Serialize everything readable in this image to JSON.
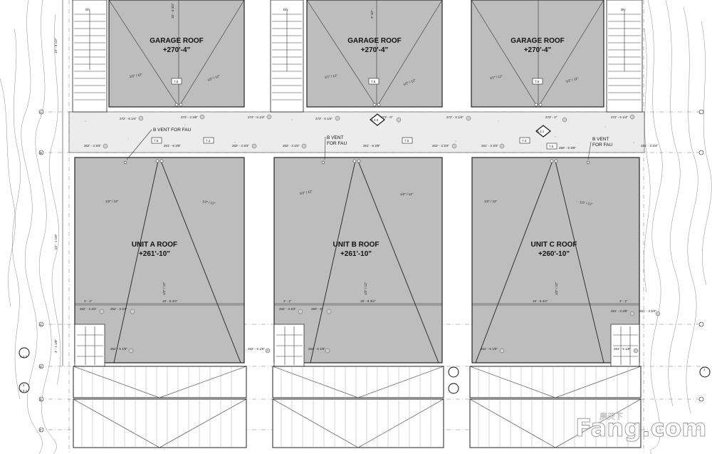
{
  "roofs": {
    "garage_a": {
      "title": "GARAGE ROOF",
      "elev": "+270'-4\""
    },
    "garage_b": {
      "title": "GARAGE ROOF",
      "elev": "+270'-4\""
    },
    "garage_c": {
      "title": "GARAGE ROOF",
      "elev": "+270'-4\""
    },
    "unit_a": {
      "title": "UNIT A ROOF",
      "elev": "+261'-10\""
    },
    "unit_b": {
      "title": "UNIT B ROOF",
      "elev": "+261'-10\""
    },
    "unit_c": {
      "title": "UNIT C ROOF",
      "elev": "+260'-10\""
    }
  },
  "slopes": {
    "half": "1/2\" / 12\"",
    "half_v": "1/2\" / 12\""
  },
  "notes": {
    "vent_a": "B VENT FOR FAU",
    "vent_b_1": "B VENT",
    "vent_b_2": "FOR FAU",
    "vent_c_1": "B VENT",
    "vent_c_2": "FOR FAU",
    "dn": "DN"
  },
  "tags": {
    "t75": "7.5",
    "t72": "7.2",
    "t73": "7.3"
  },
  "elevations": {
    "e1": "272' - 6 1/4\"",
    "e2": "272' - 3 3/8\"",
    "e3": "272' - 6 1/4\"",
    "e4": "272' - 6 1/4\"",
    "e5": "273' - 0\"",
    "e6": "272' - 6 1/4\"",
    "e7": "273' - 0\"",
    "e8": "272' - 6 1/4\"",
    "e9": "262' - 3 3/4\"",
    "e10": "261' - 9 3/8\"",
    "e11": "262' - 3 3/4\"",
    "e12": "262' - 3 3/4\"",
    "e13": "261' - 9 3/8\"",
    "e14": "262' - 3 3/4\"",
    "e15": "261' - 3 3/4\"",
    "e16": "260' - 9 3/8\"",
    "e17": "261' - 3 3/4\"",
    "e18": "262' - 3 3/4\"",
    "e19": "262' - 3 3/4\"",
    "e20": "262' - 3 3/4\"",
    "e21": "260' - 6\"",
    "e22": "261' - 3 3/8\"",
    "e23": "261' - 3 3/4\"",
    "e24": "262' - 5 1/8\"",
    "e25": "262' - 5 1/8\"",
    "e26": "262' - 5 1/8\"",
    "e27": "261' - 5 1/8\"",
    "e28": "261' - 5 1/8\""
  },
  "dims": {
    "d_4_2": "4' - 2\"",
    "d_19_8": "19' - 8 3/4\"",
    "d_4_2b": "4' - 2\"",
    "d_19_8b": "19' - 8 3/4\"",
    "d_19_8c": "19' - 8 3/4\"",
    "d_4_2c": "4' - 2\"",
    "d_side1": "19' - 8 1/2\"",
    "d_side2": "22' - 1 1/8\"",
    "d_side3": "4' - 1 1/8\"",
    "d_v1": "10' - 5 3/4\"",
    "d_v2": "3'-10\""
  },
  "markers": {
    "a30": "A 3.0",
    "a31": "A 3.1",
    "a40": "A 4.0",
    "a41": "A 4.1",
    "n2": "2",
    "n1": "1"
  },
  "grid_labels": {
    "gA": "A",
    "gB": "B",
    "gC": "C",
    "gD": "D",
    "gE": "E",
    "gF": "F",
    "g1": "1",
    "g2": "2",
    "g3": "3"
  },
  "watermark": {
    "text": "Fang.com",
    "sub": "房天下"
  }
}
